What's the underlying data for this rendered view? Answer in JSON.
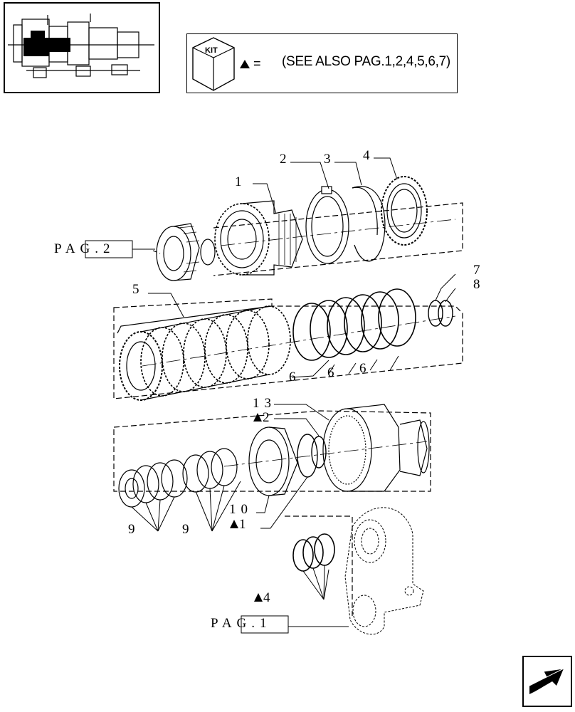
{
  "kit_legend": {
    "kit_label": "KIT",
    "equals": "=",
    "note": "(SEE ALSO PAG.1,2,4,5,6,7)"
  },
  "callouts": {
    "c1": "1",
    "c2": "2",
    "c3": "3",
    "c4": "4",
    "c5": "5",
    "c6a": "6",
    "c6b": "6",
    "c6c": "6",
    "c7": "7",
    "c8": "8",
    "c9a": "9",
    "c9b": "9",
    "c10": "10",
    "c11": "1",
    "c12": "2",
    "c13": "13",
    "c14": "4"
  },
  "page_refs": {
    "pag2": "PAG.2",
    "pag1": "PAG.1"
  },
  "icons": {
    "kit": "kit-box-icon",
    "marker": "triangle-marker-icon",
    "nav": "next-page-arrow-icon"
  }
}
